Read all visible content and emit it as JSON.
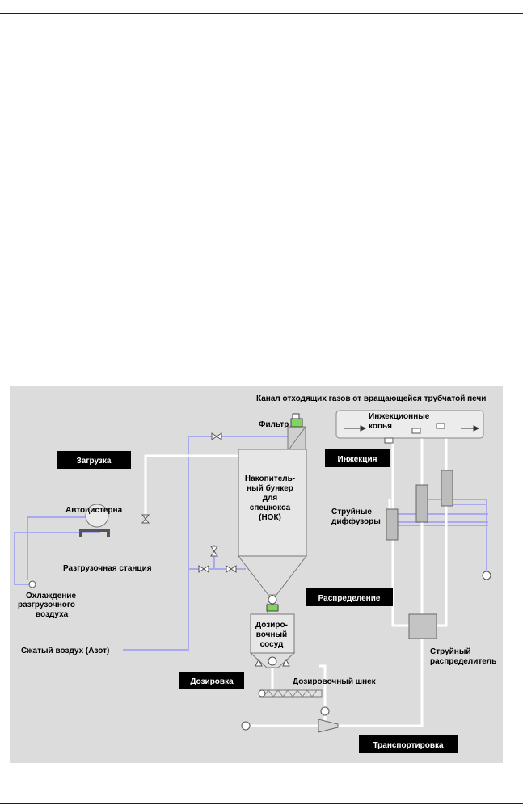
{
  "diagram": {
    "colors": {
      "background": "#dcdcdc",
      "air_line": "#a9a9ee",
      "pipe": "#ffffff",
      "tag_bg": "#000000",
      "tag_text": "#ffffff"
    },
    "labels": {
      "channel": "Канал отходящих газов от вращающейся трубчатой печи",
      "filter": "Фильтр",
      "lances_1": "Инжекционные",
      "lances_2": "копья",
      "tanker": "Автоцистерна",
      "unload_station": "Разгрузочная станция",
      "cooling_1": "Охлаждение",
      "cooling_2": "разгрузочного",
      "cooling_3": "воздуха",
      "compressed_air": "Сжатый воздух (Азот)",
      "bunker_1": "Накопитель-",
      "bunker_2": "ный бункер",
      "bunker_3": "для",
      "bunker_4": "спецкокса",
      "bunker_5": "(НОК)",
      "dosing_vessel_1": "Дозиро-",
      "dosing_vessel_2": "вочный",
      "dosing_vessel_3": "сосуд",
      "dosing_screw": "Дозировочный шнек",
      "diffusers_1": "Струйные",
      "diffusers_2": "диффузоры",
      "distributor_1": "Струйный",
      "distributor_2": "распределитель"
    },
    "tags": {
      "loading": "Загрузка",
      "injection": "Инжекция",
      "distribution": "Распределение",
      "dosing": "Дозировка",
      "transport": "Транспортировка"
    }
  }
}
